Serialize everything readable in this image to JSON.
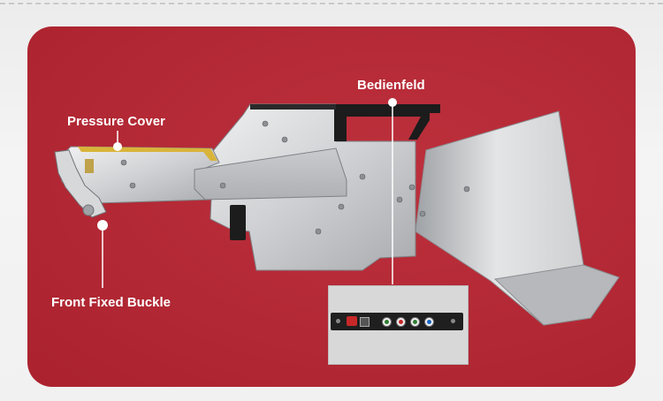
{
  "labels": {
    "pressure_cover": "Pressure Cover",
    "bedienfeld": "Bedienfeld",
    "front_fixed_buckle": "Front Fixed Buckle"
  },
  "colors": {
    "panel_red": "#b92532",
    "label_text": "#ffffff",
    "leader_line": "#ffffff"
  },
  "icons": {
    "leader_dot": "circle",
    "control_panel_buttons": [
      "red-indicator",
      "display",
      "button",
      "button",
      "button",
      "button"
    ]
  }
}
